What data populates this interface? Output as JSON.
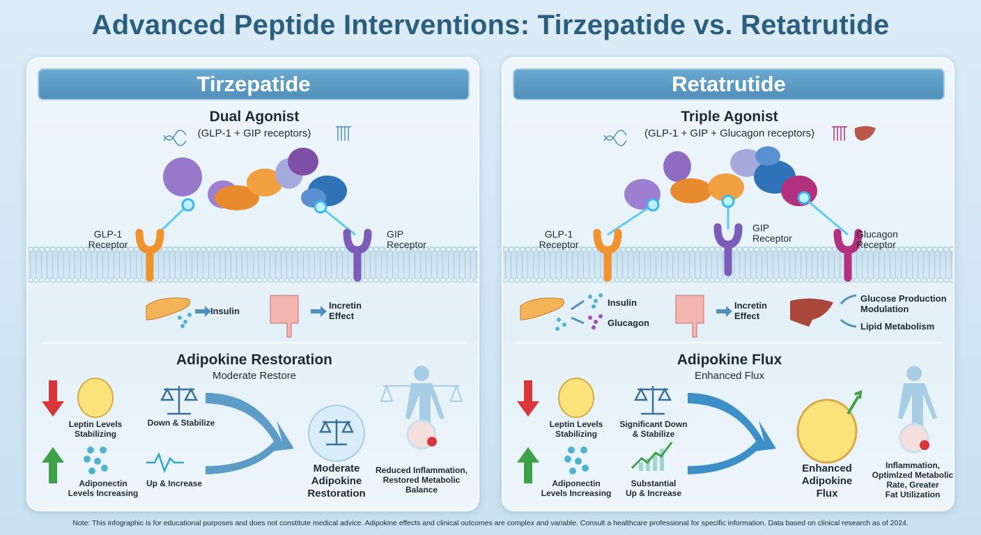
{
  "title": "Advanced Peptide Interventions: Tirzepatide vs. Retatrutide",
  "left": {
    "header": "Tirzepatide",
    "agonist_title": "Dual Agonist",
    "agonist_sub": "(GLP-1 + GIP receptors)",
    "receptors": [
      "GLP-1\nReceptor",
      "GIP\nReceptor"
    ],
    "receptor_labels": {
      "glp1_a": "GLP-1",
      "glp1_b": "Receptor",
      "gip_a": "GIP",
      "gip_b": "Receptor"
    },
    "effects": {
      "insulin": "Insulin",
      "incretin_a": "Incretin",
      "incretin_b": "Effect"
    },
    "section_title": "Adipokine Restoration",
    "section_sub": "Moderate Restore",
    "leptin": [
      "Leptin Levels",
      "Stabilizing"
    ],
    "leptin_effect": "Down & Stabilize",
    "adiponectin": [
      "Adiponectin",
      "Levels Increasing"
    ],
    "adiponectin_effect": "Up & Increase",
    "result": [
      "Moderate",
      "Adipokine",
      "Restoration"
    ],
    "outcome": [
      "Reduced Inflammation,",
      "Restored Metabolic",
      "Balance"
    ]
  },
  "right": {
    "header": "Retatrutide",
    "agonist_title": "Triple Agonist",
    "agonist_sub": "(GLP-1 + GIP + Glucagon receptors)",
    "receptor_labels": {
      "glp1_a": "GLP-1",
      "glp1_b": "Receptor",
      "gip_a": "GIP",
      "gip_b": "Receptor",
      "gcg_a": "Glucagon",
      "gcg_b": "Receptor"
    },
    "effects": {
      "insulin": "Insulin",
      "glucagon": "Glucagon",
      "incretin_a": "Incretin",
      "incretin_b": "Effect",
      "glucose_a": "Glucose Production",
      "glucose_b": "Modulation",
      "lipid": "Lipid Metabolism"
    },
    "section_title": "Adipokine Flux",
    "section_sub": "Enhanced Flux",
    "leptin": [
      "Leptin Levels",
      "Stabilizing"
    ],
    "leptin_effect": [
      "Significant Down",
      "& Stabilize"
    ],
    "adiponectin": [
      "Adiponectin",
      "Levels Increasing"
    ],
    "adiponectin_effect": [
      "Substantial",
      "Up & Increase"
    ],
    "result": [
      "Enhanced",
      "Adipokine",
      "Flux"
    ],
    "outcome": [
      "Inflammation,",
      "Optimlzed Metabolic",
      "Rate, Greater",
      "Fat Utilization"
    ]
  },
  "note": "Note: This infographic is for educational purposes and does not constitute medical advice. Adipokine effects and clinical outcomes are complex and variable. Consult a healthcare professional for specific information. Data based on clinical research as of 2024.",
  "colors": {
    "title": "#2b5f7f",
    "header": "#5a9cc4",
    "glp1": "#f0922e",
    "gip": "#7b5cb8",
    "glucagon": "#b3307f",
    "down": "#d9363a",
    "up": "#3ea047"
  }
}
